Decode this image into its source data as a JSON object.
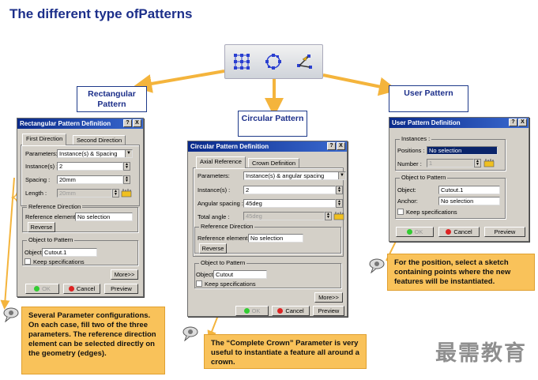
{
  "page_title": "The different type ofPatterns",
  "toolbar": {
    "icons": [
      "rectangular-pattern-icon",
      "circular-pattern-icon",
      "user-pattern-icon"
    ]
  },
  "labels": {
    "rectangular": "Rectangular Pattern",
    "circular": "Circular Pattern",
    "user": "User Pattern"
  },
  "rect_dialog": {
    "title": "Rectangular Pattern Definition",
    "help_btn": "?",
    "close_btn": "X",
    "tabs": [
      "First Direction",
      "Second Direction"
    ],
    "parameters_label": "Parameters:",
    "parameters_value": "Instance(s) & Spacing",
    "instances_label": "Instance(s) :",
    "instances_value": "2",
    "spacing_label": "Spacing :",
    "spacing_value": "20mm",
    "length_label": "Length :",
    "length_value": "20mm",
    "ref_direction_group": "Reference Direction",
    "ref_element_label": "Reference element:",
    "ref_element_value": "No selection",
    "reverse_btn": "Reverse",
    "object_group": "Object to Pattern",
    "object_label": "Object:",
    "object_value": "Cutout.1",
    "keep_spec": "Keep specifications",
    "more_btn": "More>>",
    "ok_btn": "OK",
    "cancel_btn": "Cancel",
    "preview_btn": "Preview"
  },
  "circ_dialog": {
    "title": "Circular Pattern Definition",
    "help_btn": "?",
    "close_btn": "X",
    "tabs": [
      "Axial Reference",
      "Crown Definition"
    ],
    "parameters_label": "Parameters:",
    "parameters_value": "Instance(s) & angular spacing",
    "instances_label": "Instance(s) :",
    "instances_value": "2",
    "angular_label": "Angular spacing :",
    "angular_value": "45deg",
    "total_label": "Total angle :",
    "total_value": "45deg",
    "ref_direction_group": "Reference Direction",
    "ref_element_label": "Reference element:",
    "ref_element_value": "No selection",
    "reverse_btn": "Reverse",
    "object_group": "Object to Pattern",
    "object_label": "Object:",
    "object_value": "Cutout",
    "keep_spec": "Keep specifications",
    "more_btn": "More>>",
    "ok_btn": "OK",
    "cancel_btn": "Cancel",
    "preview_btn": "Preview"
  },
  "user_dialog": {
    "title": "User Pattern Definition",
    "help_btn": "?",
    "close_btn": "X",
    "instances_group": "Instances :",
    "positions_label": "Positions :",
    "positions_value": "No selection",
    "number_label": "Number :",
    "number_value": "1",
    "object_group": "Object to Pattern",
    "object_label": "Object:",
    "object_value": "Cutout.1",
    "anchor_label": "Anchor:",
    "anchor_value": "No selection",
    "keep_spec": "Keep specifications",
    "ok_btn": "OK",
    "cancel_btn": "Cancel",
    "preview_btn": "Preview"
  },
  "notes": {
    "left": "Several Parameter configurations. On each case, fill two of the three parameters. The reference direction element can be selected directly on the geometry (edges).",
    "middle": "The “Complete Crown” Parameter is very useful to instantiate a feature all around a crown.",
    "right": "For the position, select a sketch containing points where the new features will be instantiated."
  },
  "watermark": "最需教育",
  "colors": {
    "title": "#1c2f8a",
    "note_bg": "#f9c25a",
    "arrow": "#f4b43c",
    "dialog_title": "#0a2a8a"
  }
}
